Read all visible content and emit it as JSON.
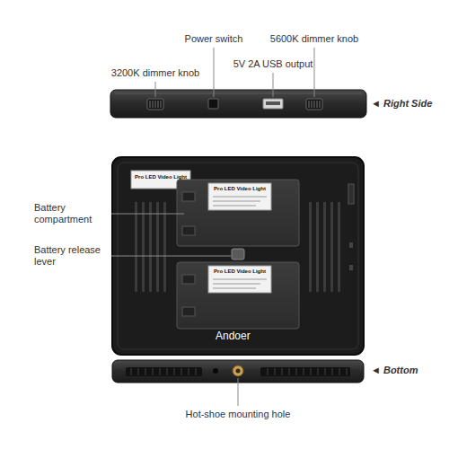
{
  "diagram": {
    "labels": [
      "Power switch",
      "5600K dimmer knob",
      "5V 2A USB output",
      "3200K dimmer knob",
      "◄ Right Side",
      "Pro LED Video Light",
      "Pro LED Video Light",
      "Pro LED Video Light",
      "Battery compartment",
      "Battery release lever",
      "Andoer",
      "◄ Bottom",
      "Hot-shoe mounting hole"
    ]
  }
}
